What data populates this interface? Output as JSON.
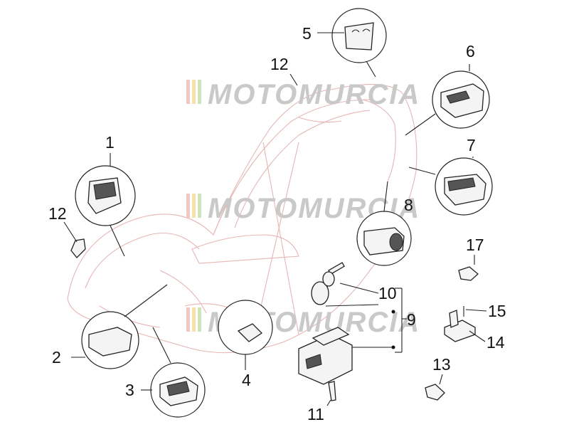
{
  "watermark": {
    "text": "MOTOMURCIA",
    "stripe_colors": [
      "#f2c6c6",
      "#f6e1a8",
      "#cfe5b8"
    ]
  },
  "callouts": {
    "c1": "1",
    "c2": "2",
    "c3": "3",
    "c4": "4",
    "c5": "5",
    "c6": "6",
    "c7": "7",
    "c8": "8",
    "c9": "9",
    "c10": "10",
    "c11": "11",
    "c12a": "12",
    "c12b": "12",
    "c13": "13",
    "c14": "14",
    "c15": "15",
    "c17": "17"
  },
  "colors": {
    "outline": "#222222",
    "ghost_outline": "#e7b5b5",
    "watermark": "#c9c9c9"
  }
}
